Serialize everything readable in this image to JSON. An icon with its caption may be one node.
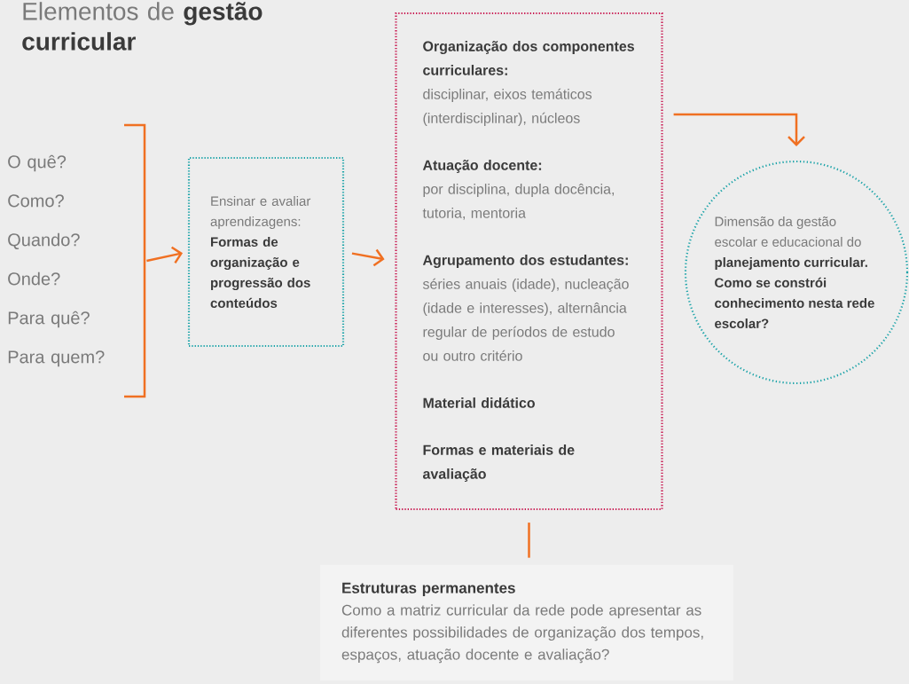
{
  "diagram": {
    "title": "Elementos de **gestão curricular**",
    "nodes": [
      {
        "text": [
          "O quê?",
          "Como?",
          "Quando?",
          "Onde?",
          "Para quê?",
          "Para quem?"
        ]
      },
      {
        "text": [
          "Ensinar e avaliar aprendizagens: **Formas de organização e progressão dos conteúdos**"
        ]
      },
      {
        "text": [
          "Organização dos componentes curriculares:",
          "disciplinar, eixos temáticos (interdisciplinar), núcleos",
          "Atuação docente:",
          "por disciplina, dupla docência, tutoria, mentoria",
          "Agrupamento dos estudantes:",
          "séries anuais (idade), nucleação (idade e interesses), alternância regular de períodos de estudo ou outro critério",
          "Material didático",
          "Formas e materiais de avaliação"
        ]
      },
      {
        "text": [
          "Dimensão da gestão escolar e educacional do **planejamento curricular. Como se constrói conhecimento nesta rede escolar?**"
        ]
      },
      {
        "text": [
          "Estruturas permanentes",
          "Como a matriz curricular da rede pode apresentar as diferentes possibilidades de organização dos tempos, espaços, atuação docente e avaliação?"
        ]
      }
    ],
    "edges": [
      {
        "from": 0,
        "to": 1,
        "arrow": "to"
      },
      {
        "from": 1,
        "to": 2,
        "arrow": "to"
      },
      {
        "from": 2,
        "to": 3,
        "arrow": "to"
      },
      {
        "from": 2,
        "to": 4,
        "arrow": "none"
      }
    ]
  }
}
